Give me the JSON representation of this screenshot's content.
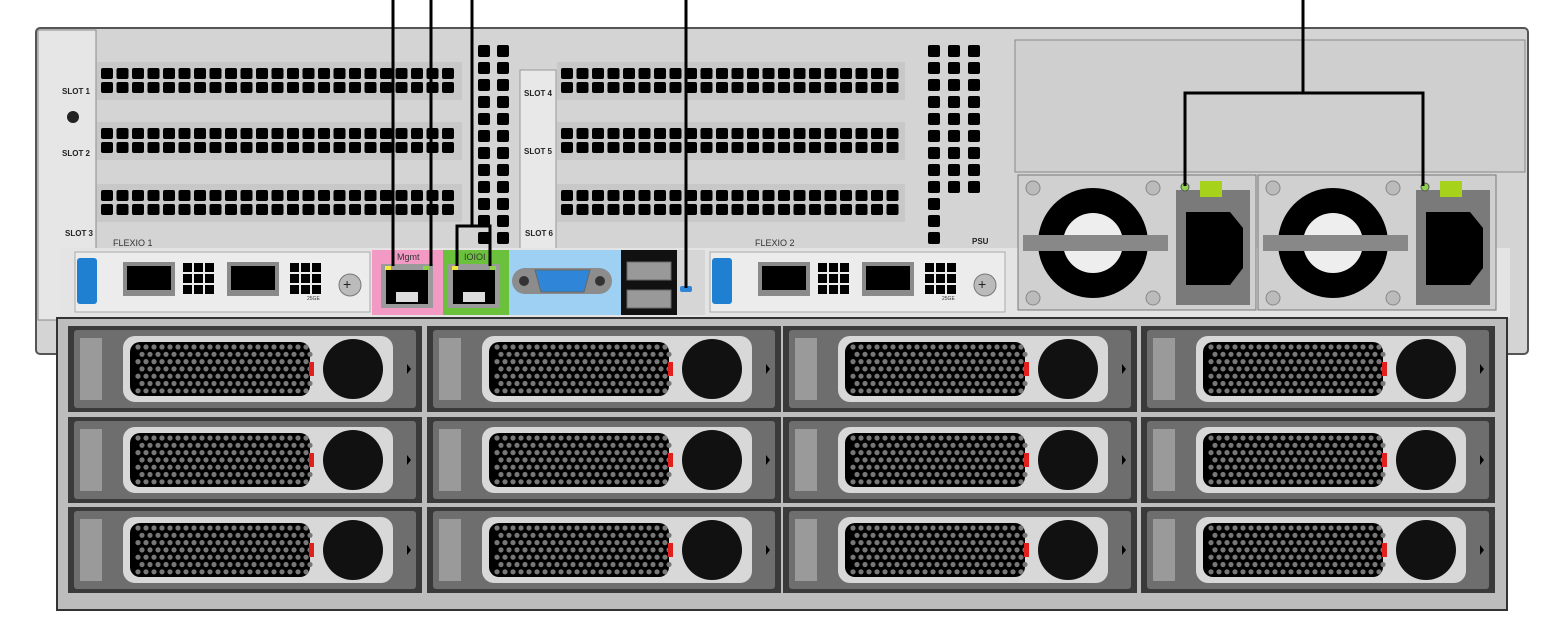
{
  "slots": {
    "slot1": "SLOT 1",
    "slot2": "SLOT 2",
    "slot3": "SLOT 3",
    "slot4": "SLOT 4",
    "slot5": "SLOT 5",
    "slot6": "SLOT 6"
  },
  "flexio": {
    "flexio1": "FLEXIO 1",
    "flexio2": "FLEXIO 2",
    "speed": "25GE"
  },
  "ports": {
    "mgmt": "Mgmt",
    "serial": "IOIOI"
  },
  "psu_label": "PSU",
  "colors": {
    "mgmt_bg": "#f29ac4",
    "serial_bg": "#6cc13c",
    "vga_bg": "#9dd0f2",
    "vga_connector": "#2f86d8",
    "led_yellow": "#f5e83a",
    "led_green": "#8fd14f",
    "psu_latch": "#a6d21c",
    "drive_led": "#e0201e",
    "chassis": "#d9d9d9"
  },
  "drive_bays": {
    "rows": 3,
    "columns": 4
  },
  "psus": 2
}
